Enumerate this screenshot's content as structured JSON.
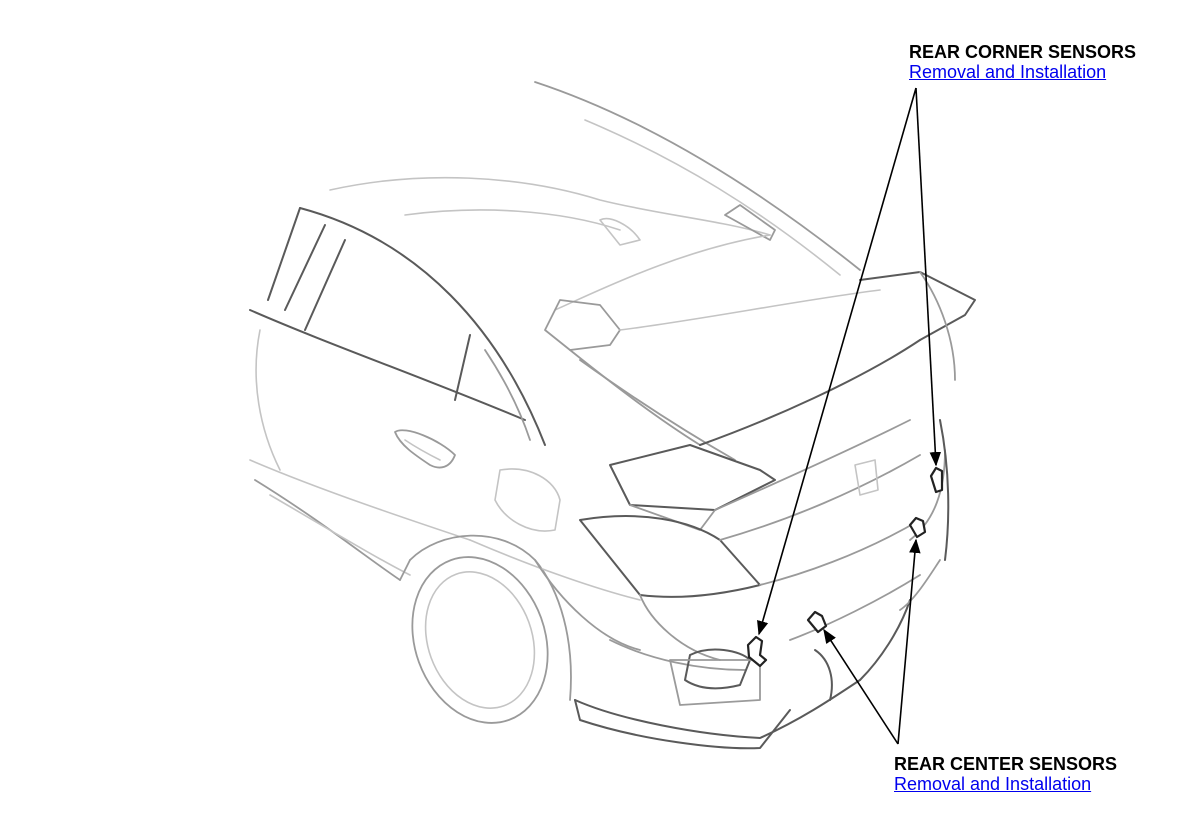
{
  "callouts": {
    "rear_corner": {
      "title": "REAR CORNER SENSORS",
      "link": "Removal and Installation"
    },
    "rear_center": {
      "title": "REAR CENTER SENSORS",
      "link": "Removal and Installation"
    }
  },
  "colors": {
    "link": "#0000ee",
    "label": "#000000",
    "car_outline": "#9a9a9a"
  }
}
